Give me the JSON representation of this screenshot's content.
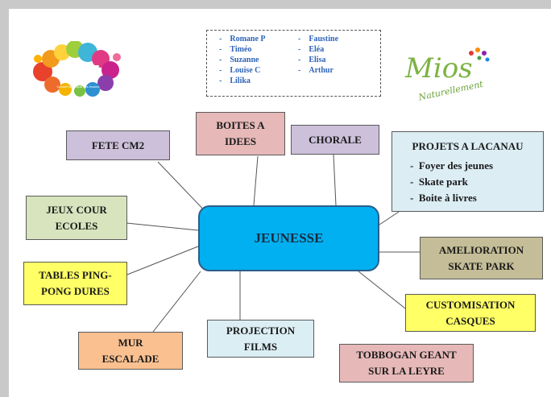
{
  "names": {
    "col1": [
      "Romane P",
      "Timéo",
      "Suzanne",
      "Louise C",
      "Lilika"
    ],
    "col2": [
      "Faustine",
      "Eléa",
      "Elisa",
      "Arthur"
    ]
  },
  "logos": {
    "left_text": "CMJ",
    "left_subtext": "Conseil Municipal des Jeunes",
    "right_text": "Mios",
    "right_subtext": "Naturellement"
  },
  "center": "JEUNESSE",
  "nodes": {
    "fete": "FETE CM2",
    "boites": "BOITES A\nIDEES",
    "chorale": "CHORALE",
    "jeux": "JEUX COUR\nECOLES",
    "tables": "TABLES PING-\nPONG DURES",
    "mur": "MUR\nESCALADE",
    "projection": "PROJECTION\nFILMS",
    "tobbogan": "TOBBOGAN GEANT\nSUR LA LEYRE",
    "customisation": "CUSTOMISATION\nCASQUES",
    "amelioration": "AMELIORATION\nSKATE PARK"
  },
  "lacanau": {
    "title": "PROJETS A LACANAU",
    "items": [
      "Foyer des jeunes",
      "Skate park",
      "Boite à livres"
    ]
  },
  "colors": {
    "center": "#00b0f0",
    "lavender": "#ccc0da",
    "pink": "#e6b9b8",
    "green": "#d7e4bd",
    "yellow": "#ffff66",
    "orange": "#fac090",
    "lightblue": "#dbeef4",
    "taupe": "#c4bd97"
  }
}
